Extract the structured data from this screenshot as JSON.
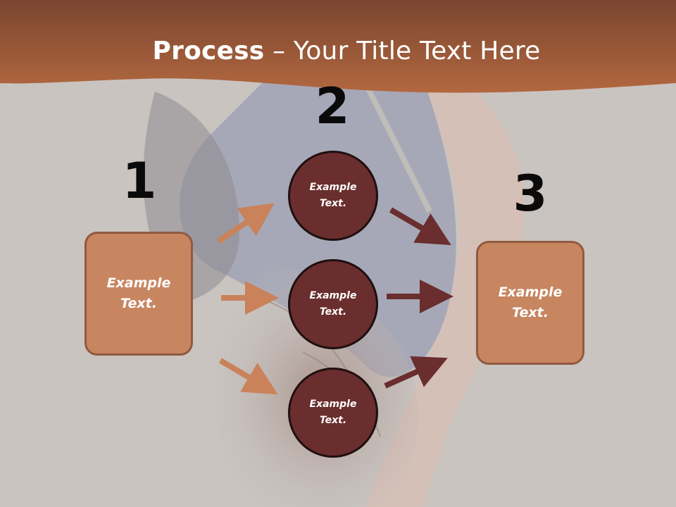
{
  "slide": {
    "title_bold": "Process",
    "title_rest": " – Your Title Text Here"
  },
  "steps": {
    "one": "1",
    "two": "2",
    "three": "3"
  },
  "left_box": {
    "text": "Example Text."
  },
  "right_box": {
    "text": "Example Text."
  },
  "circles": [
    {
      "text": "Example Text."
    },
    {
      "text": "Example Text."
    },
    {
      "text": "Example Text."
    }
  ],
  "colors": {
    "header": "#a55d3a",
    "box_fill": "#c78560",
    "circle_fill": "#6a2e2e",
    "arrow_light": "#c98259",
    "arrow_dark": "#6a2e2e"
  }
}
